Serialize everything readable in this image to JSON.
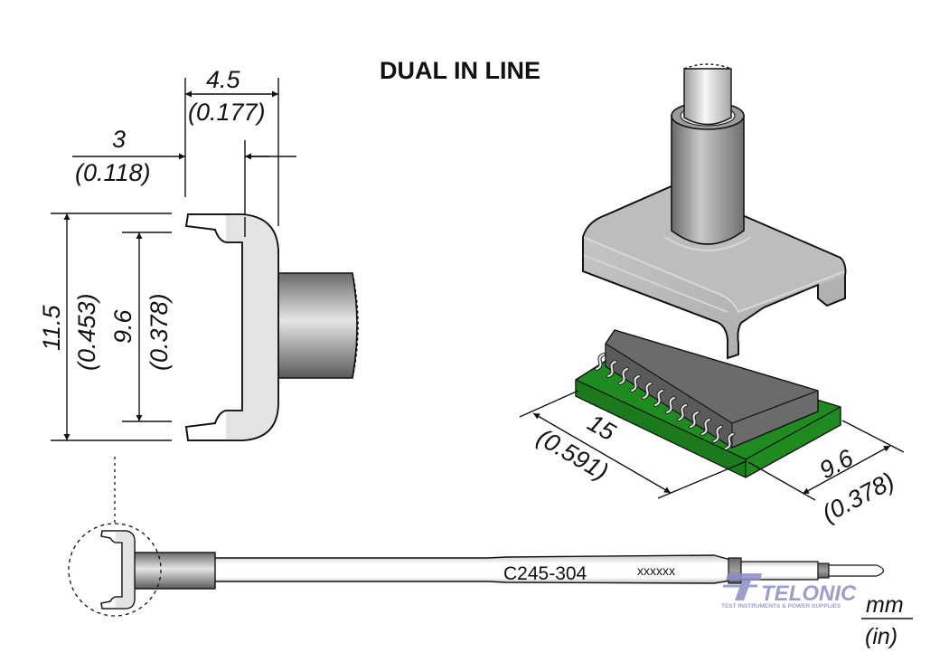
{
  "title": "DUAL IN LINE",
  "side_view": {
    "dim_width": {
      "mm": "4.5",
      "in": "(0.177)"
    },
    "dim_offset": {
      "mm": "3",
      "in": "(0.118)"
    },
    "dim_outer_height": {
      "mm": "11.5",
      "in": "(0.453)"
    },
    "dim_inner_height": {
      "mm": "9.6",
      "in": "(0.378)"
    }
  },
  "iso_view": {
    "dim_length": {
      "mm": "15",
      "in": "(0.591)"
    },
    "dim_width": {
      "mm": "9.6",
      "in": "(0.378)"
    },
    "pcb_color": "#1f8a1f",
    "chip_color": "#6b6b6b",
    "tip_color": "#b5b5b5",
    "pin_count_visible": 12
  },
  "cartridge": {
    "model": "C245-304",
    "serial": "xxxxxx"
  },
  "units": {
    "primary": "mm",
    "secondary": "(in)"
  },
  "watermark": {
    "brand": "TELONIC",
    "tagline": "TEST INSTRUMENTS & POWER SUPPLIES",
    "color": "#8a8fc4"
  }
}
